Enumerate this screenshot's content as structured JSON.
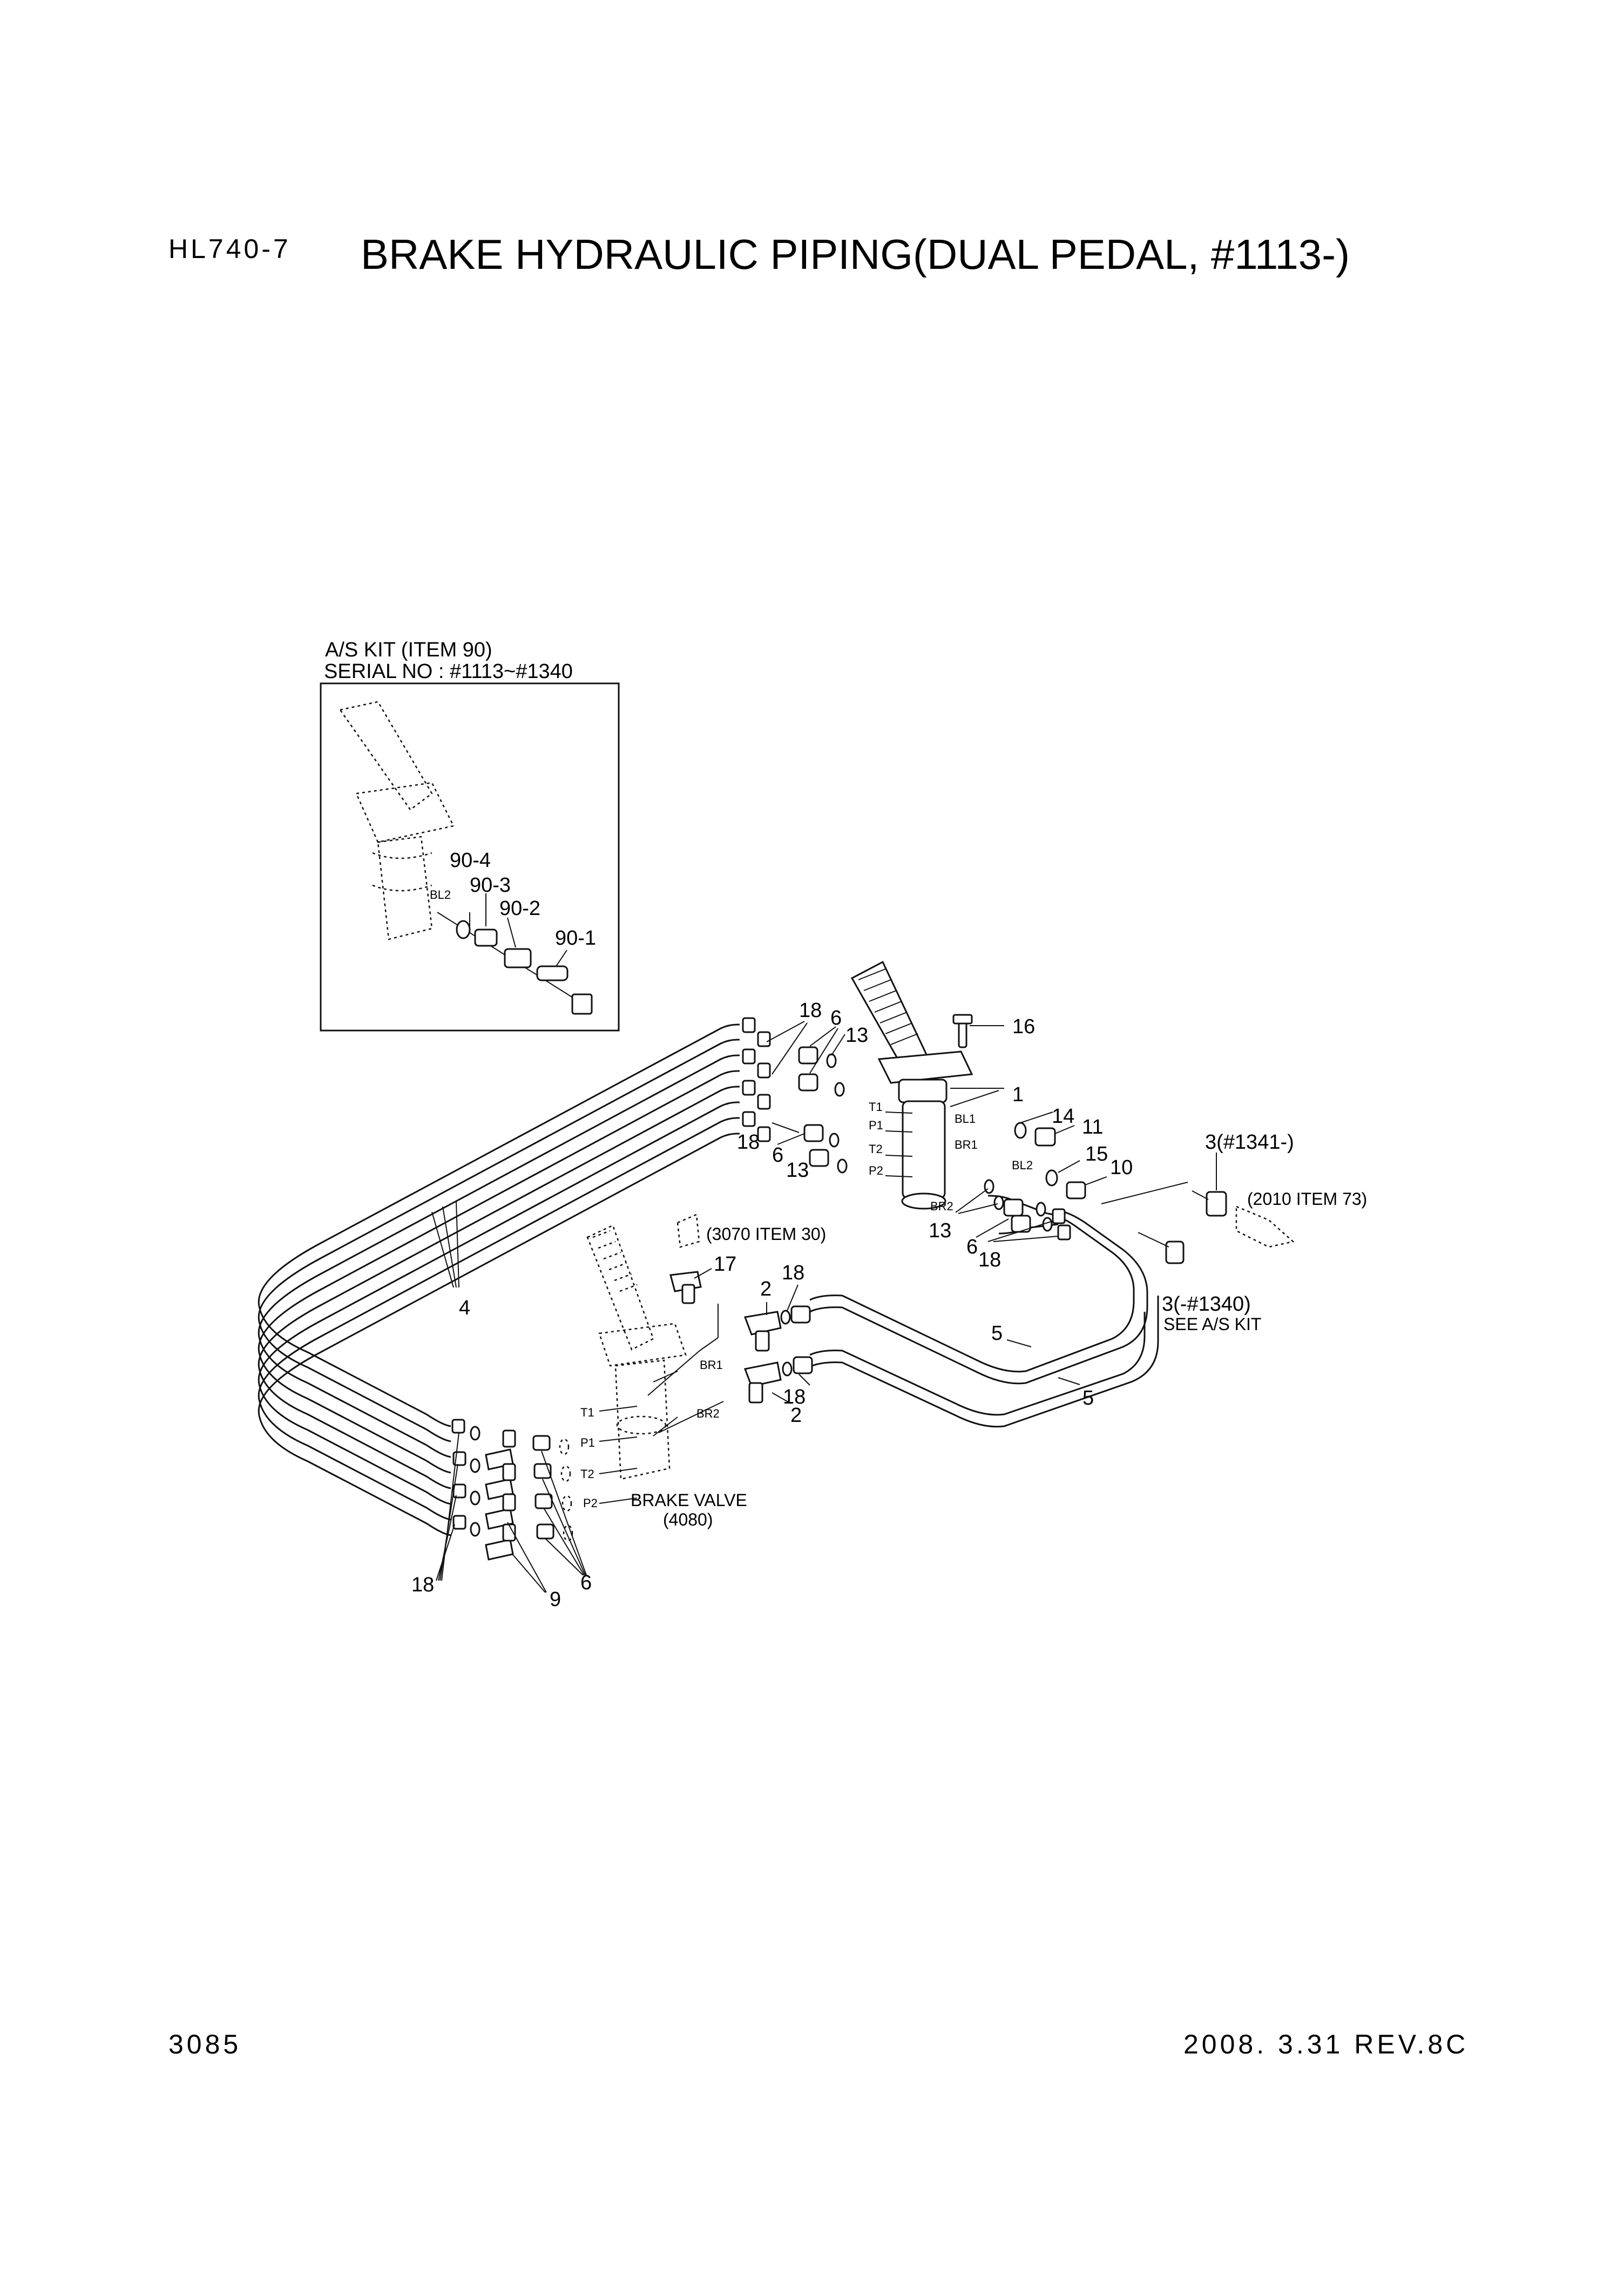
{
  "header": {
    "model": "HL740-7",
    "title": "BRAKE HYDRAULIC PIPING(DUAL PEDAL, #1113-)"
  },
  "footer": {
    "page_number": "3085",
    "revision": "2008. 3.31  REV.8C"
  },
  "kit_box": {
    "title_line1": "A/S KIT (ITEM 90)",
    "title_line2": "SERIAL NO : #1113~#1340"
  },
  "callouts": {
    "c90_4": "90-4",
    "c90_3": "90-3",
    "c90_2": "90-2",
    "c90_1": "90-1",
    "c18_a": "18",
    "c6_a": "6",
    "c13_a": "13",
    "c16": "16",
    "c1": "1",
    "c14": "14",
    "c11": "11",
    "c15": "15",
    "c10": "10",
    "c3_new": "3(#1341-)",
    "c18_b": "18",
    "c6_b": "6",
    "c13_b": "13",
    "c13_c": "13",
    "c6_c": "6",
    "c18_c": "18",
    "c17": "17",
    "c18_d": "18",
    "c2_a": "2",
    "c4": "4",
    "c5_a": "5",
    "c5_b": "5",
    "c3_old": "3(-#1340)",
    "c18_e": "18",
    "c2_b": "2",
    "c18_f": "18",
    "c9": "9",
    "c6_d": "6"
  },
  "refs": {
    "item3070": "(3070 ITEM 30)",
    "item2010": "(2010 ITEM 73)",
    "see_kit": "SEE A/S KIT",
    "brake_valve": "BRAKE VALVE",
    "brake_valve_ref": "(4080)"
  },
  "ports": {
    "bl2_kit": "BL2",
    "t1": "T1",
    "bl1": "BL1",
    "p1": "P1",
    "br1": "BR1",
    "t2": "T2",
    "bl2": "BL2",
    "p2": "P2",
    "br2": "BR2",
    "br1_low": "BR1",
    "t1_low": "T1",
    "p1_low": "P1",
    "br2_low": "BR2",
    "t2_low": "T2",
    "p2_low": "P2"
  }
}
